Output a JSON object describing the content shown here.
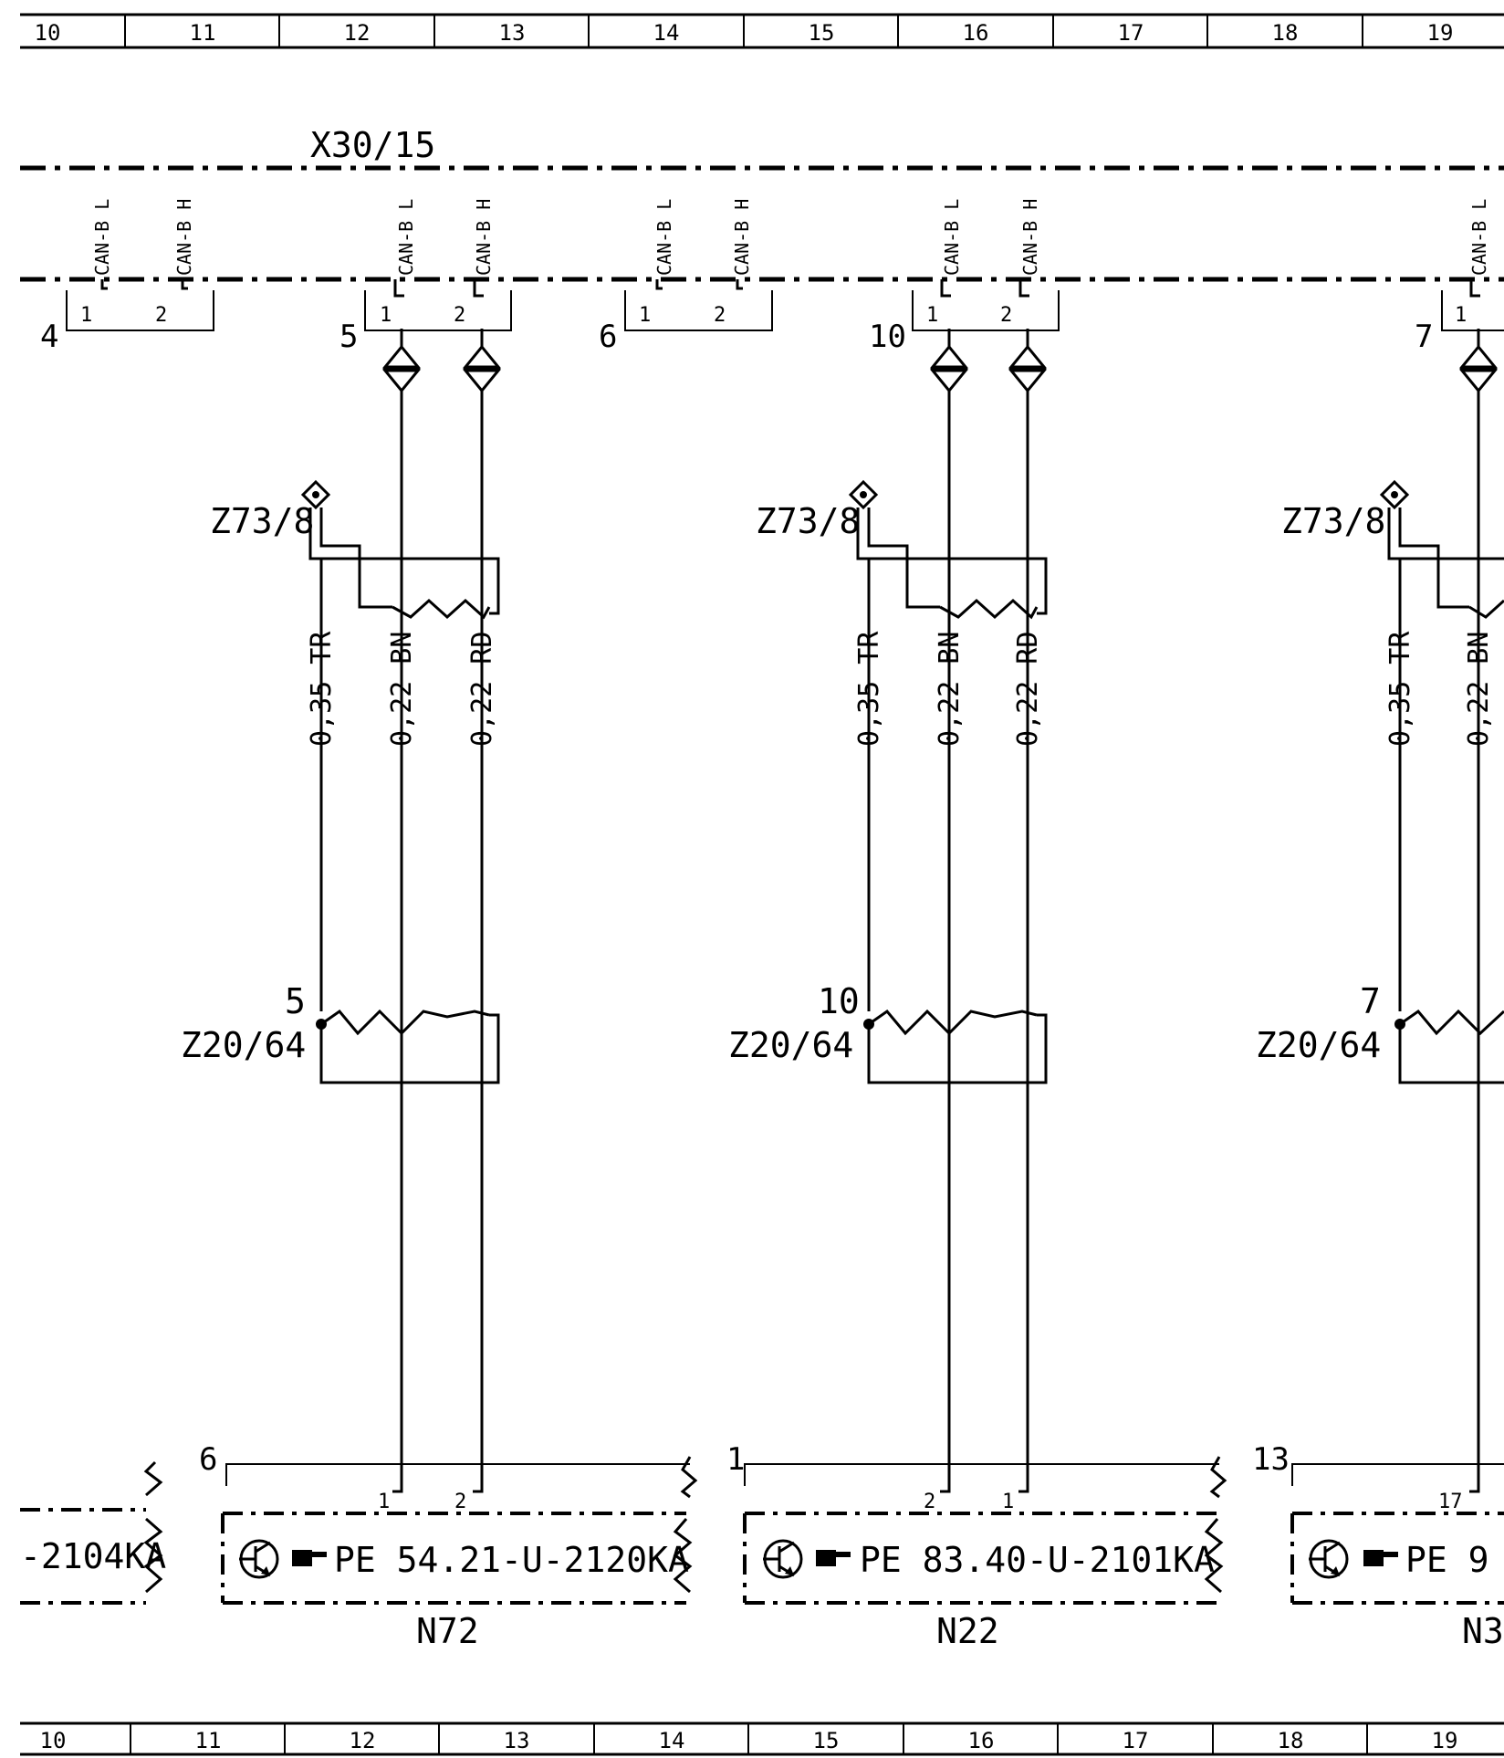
{
  "grid_columns": [
    "10",
    "11",
    "12",
    "13",
    "14",
    "15",
    "16",
    "17",
    "18",
    "19"
  ],
  "connector_block": {
    "name": "X30/15",
    "signal_low": "CAN-B L",
    "signal_high": "CAN-B H"
  },
  "connector_slots": [
    {
      "id": "4",
      "pin1": "1",
      "pin2": "2"
    },
    {
      "id": "5",
      "pin1": "1",
      "pin2": "2"
    },
    {
      "id": "6",
      "pin1": "1",
      "pin2": "2"
    },
    {
      "id": "10",
      "pin1": "1",
      "pin2": "2"
    },
    {
      "id": "7",
      "pin1": "1"
    }
  ],
  "circuits": [
    {
      "shield_ref": "Z73/8",
      "wire_tr": "0,35 TR",
      "wire_bn": "0,22 BN",
      "wire_rd": "0,22 RD",
      "splice_pin": "5",
      "splice_ref": "Z20/64",
      "module": "N72",
      "module_pos": "6",
      "module_pin_a": "1",
      "module_pin_b": "2",
      "module_text": "PE 54.21-U-2120KA"
    },
    {
      "shield_ref": "Z73/8",
      "wire_tr": "0,35 TR",
      "wire_bn": "0,22 BN",
      "wire_rd": "0,22 RD",
      "splice_pin": "10",
      "splice_ref": "Z20/64",
      "module": "N22",
      "module_pos": "1",
      "module_pin_a": "2",
      "module_pin_b": "1",
      "module_text": "PE 83.40-U-2101KA"
    },
    {
      "shield_ref": "Z73/8",
      "wire_tr": "0,35 TR",
      "wire_bn": "0,22 BN",
      "splice_pin": "7",
      "splice_ref": "Z20/64",
      "module": "N3",
      "module_pos": "13",
      "module_pin_a": "17",
      "module_text": "PE 9"
    }
  ],
  "left_partial_module_text": "-2104KA",
  "icons": {
    "transistor": "transistor-icon",
    "pointer": "pointing-hand-icon",
    "shield_marker": "shield-ground-icon",
    "disconnect": "disconnect-icon"
  }
}
